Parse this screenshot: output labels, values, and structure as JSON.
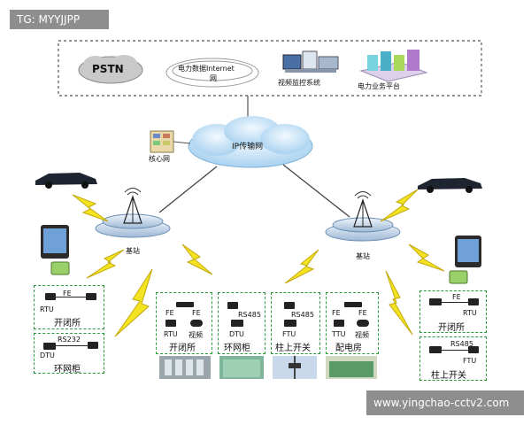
{
  "watermarks": {
    "top_left": "TG: MYYJJPP",
    "bottom_right": "www.yingchao-cctv2.com"
  },
  "top_panel": {
    "pstn": "PSTN",
    "internet_line1": "电力数据Internet",
    "internet_line2": "网",
    "video_system": "视频监控系统",
    "power_platform": "电力业务平台"
  },
  "network": {
    "ip_cloud": "IP传输网",
    "core_network": "核心网",
    "base_station_left": "基站",
    "base_station_right": "基站"
  },
  "left_group": {
    "box1": {
      "fe": "FE",
      "device": "RTU",
      "site": "开闭所"
    },
    "box2": {
      "port": "RS232",
      "device": "DTU",
      "site": "环网柜"
    }
  },
  "middle_group": {
    "box1": {
      "fe1": "FE",
      "fe2": "FE",
      "device1": "RTU",
      "device2": "视频",
      "site": "开闭所"
    },
    "box2": {
      "port": "RS485",
      "device": "DTU",
      "site": "环网柜"
    },
    "box3": {
      "port": "RS485",
      "device": "FTU",
      "site": "柱上开关"
    },
    "box4": {
      "fe1": "FE",
      "fe2": "FE",
      "device1": "TTU",
      "device2": "视频",
      "site": "配电房"
    }
  },
  "right_group": {
    "box1": {
      "fe": "FE",
      "device": "RTU",
      "site": "开闭所"
    },
    "box2": {
      "port": "RS485",
      "device": "FTU",
      "site": "柱上开关"
    }
  },
  "colors": {
    "panel_border": "#555555",
    "dashed_box": "#2a9a3a",
    "lightning_fill": "#f4e320",
    "lightning_stroke": "#c2a80c",
    "cloud": "#cfe7f7",
    "watermark_bg": "#8e8e8e"
  }
}
